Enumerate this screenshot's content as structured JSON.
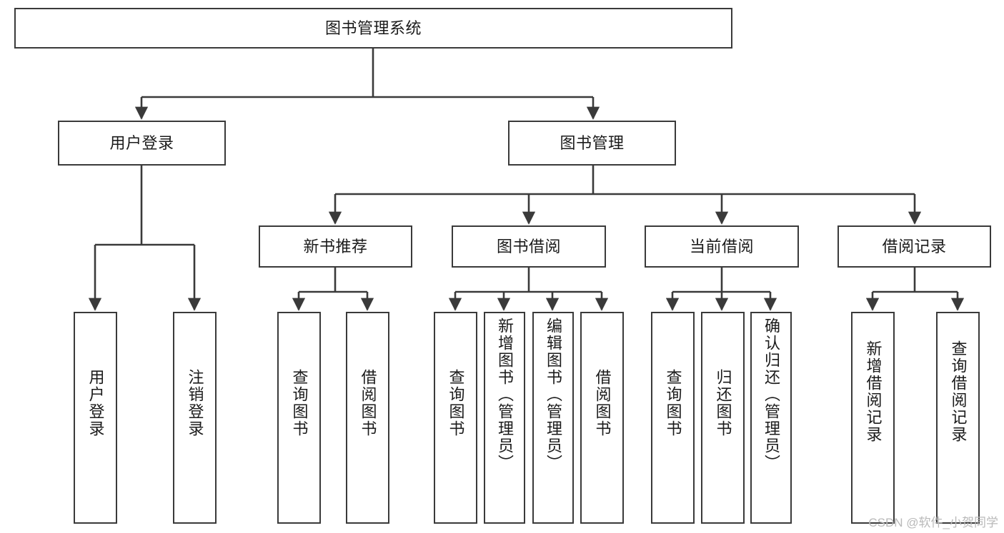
{
  "diagram": {
    "title": "图书管理系统",
    "watermark": "CSDN @软件_小贺同学",
    "colors": {
      "node_border": "#3a3a3a",
      "node_fill": "#ffffff",
      "edge": "#3a3a3a",
      "text": "#1b1b1b",
      "watermark": "#b9b9b9",
      "background": "#ffffff"
    },
    "nodes": {
      "root": {
        "label": "图书管理系统",
        "orientation": "horizontal"
      },
      "user_login": {
        "label": "用户登录",
        "orientation": "horizontal"
      },
      "book_manage": {
        "label": "图书管理",
        "orientation": "horizontal"
      },
      "new_book_rec": {
        "label": "新书推荐",
        "orientation": "horizontal"
      },
      "book_borrow": {
        "label": "图书借阅",
        "orientation": "horizontal"
      },
      "current_borrow": {
        "label": "当前借阅",
        "orientation": "horizontal"
      },
      "borrow_record": {
        "label": "借阅记录",
        "orientation": "horizontal"
      },
      "leaf_user_login": {
        "label": "用户登录",
        "orientation": "vertical"
      },
      "leaf_logout": {
        "label": "注销登录",
        "orientation": "vertical"
      },
      "leaf_rec_query": {
        "label": "查询图书",
        "orientation": "vertical"
      },
      "leaf_rec_borrow": {
        "label": "借阅图书",
        "orientation": "vertical"
      },
      "leaf_borrow_query": {
        "label": "查询图书",
        "orientation": "vertical"
      },
      "leaf_add_book": {
        "label": "新增图书（管理员）",
        "orientation": "vertical"
      },
      "leaf_edit_book": {
        "label": "编辑图书（管理员）",
        "orientation": "vertical"
      },
      "leaf_borrow_book": {
        "label": "借阅图书",
        "orientation": "vertical"
      },
      "leaf_cur_query": {
        "label": "查询图书",
        "orientation": "vertical"
      },
      "leaf_return_book": {
        "label": "归还图书",
        "orientation": "vertical"
      },
      "leaf_confirm_return": {
        "label": "确认归还（管理员）",
        "orientation": "vertical"
      },
      "leaf_add_record": {
        "label": "新增借阅记录",
        "orientation": "vertical"
      },
      "leaf_query_record": {
        "label": "查询借阅记录",
        "orientation": "vertical"
      }
    },
    "hierarchy": [
      {
        "label": "图书管理系统",
        "children": [
          {
            "label": "用户登录",
            "children": [
              {
                "label": "用户登录"
              },
              {
                "label": "注销登录"
              }
            ]
          },
          {
            "label": "图书管理",
            "children": [
              {
                "label": "新书推荐",
                "children": [
                  {
                    "label": "查询图书"
                  },
                  {
                    "label": "借阅图书"
                  }
                ]
              },
              {
                "label": "图书借阅",
                "children": [
                  {
                    "label": "查询图书"
                  },
                  {
                    "label": "新增图书（管理员）"
                  },
                  {
                    "label": "编辑图书（管理员）"
                  },
                  {
                    "label": "借阅图书"
                  }
                ]
              },
              {
                "label": "当前借阅",
                "children": [
                  {
                    "label": "查询图书"
                  },
                  {
                    "label": "归还图书"
                  },
                  {
                    "label": "确认归还（管理员）"
                  }
                ]
              },
              {
                "label": "借阅记录",
                "children": [
                  {
                    "label": "新增借阅记录"
                  },
                  {
                    "label": "查询借阅记录"
                  }
                ]
              }
            ]
          }
        ]
      }
    ]
  }
}
